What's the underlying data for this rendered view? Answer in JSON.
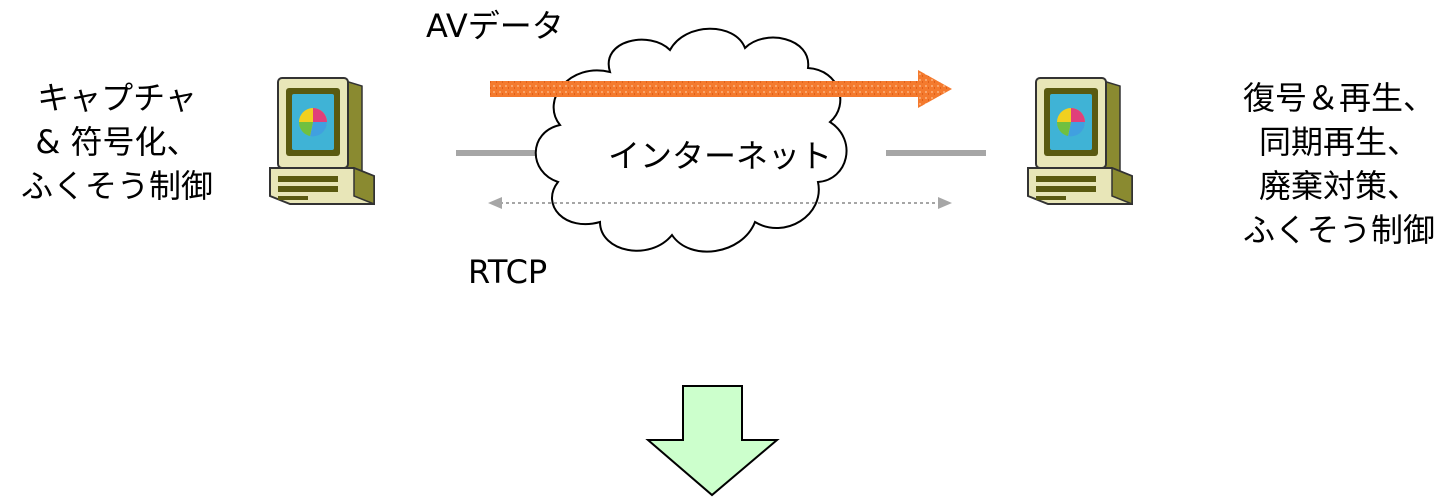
{
  "sender": {
    "lines": [
      "キャプチャ",
      "& 符号化、",
      "ふくそう制御"
    ]
  },
  "receiver": {
    "lines": [
      "復号＆再生、",
      "同期再生、",
      "廃棄対策、",
      "ふくそう制御"
    ]
  },
  "av_label": "AVデータ",
  "internet_label": "インターネット",
  "rtcp_label": "RTCP",
  "colors": {
    "data_arrow": "#f47a2e",
    "rtcp_arrow": "#a6a6a6",
    "link_line": "#a6a6a6",
    "down_arrow_fill": "#ccffcc",
    "computer_body": "#e8e6b8",
    "computer_dark": "#5a5a10",
    "screen": "#3fb3d6"
  },
  "icons": {
    "computer": "desktop-computer-icon",
    "cloud": "cloud-icon",
    "down_arrow": "down-arrow-icon"
  }
}
